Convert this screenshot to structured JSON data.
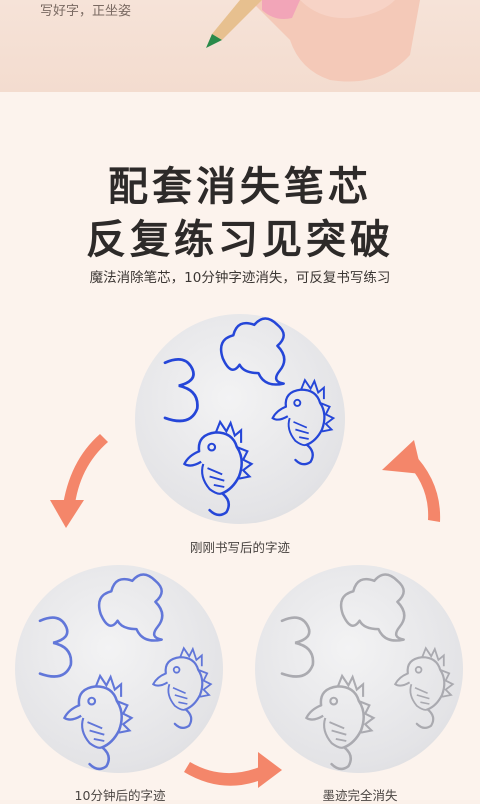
{
  "header": {
    "caption": "写好字，正坐姿"
  },
  "title": {
    "line1": "配套消失笔芯",
    "line2": "反复练习见突破"
  },
  "subtitle": "魔法消除笔芯，10分钟字迹消失，可反复书写练习",
  "stages": [
    {
      "caption": "刚刚书写后的字迹",
      "ink_color": "#2546d8"
    },
    {
      "caption": "10分钟后的字迹",
      "ink_color": "#4a63d6"
    },
    {
      "caption": "墨迹完全消失",
      "ink_color": "#9a9aa0"
    }
  ],
  "colors": {
    "arrow": "#f4866a",
    "title": "#2d2a29"
  },
  "icons": [
    "pencil-icon",
    "cycle-arrow-icon",
    "seahorse-drawing",
    "digit-three-drawing"
  ]
}
